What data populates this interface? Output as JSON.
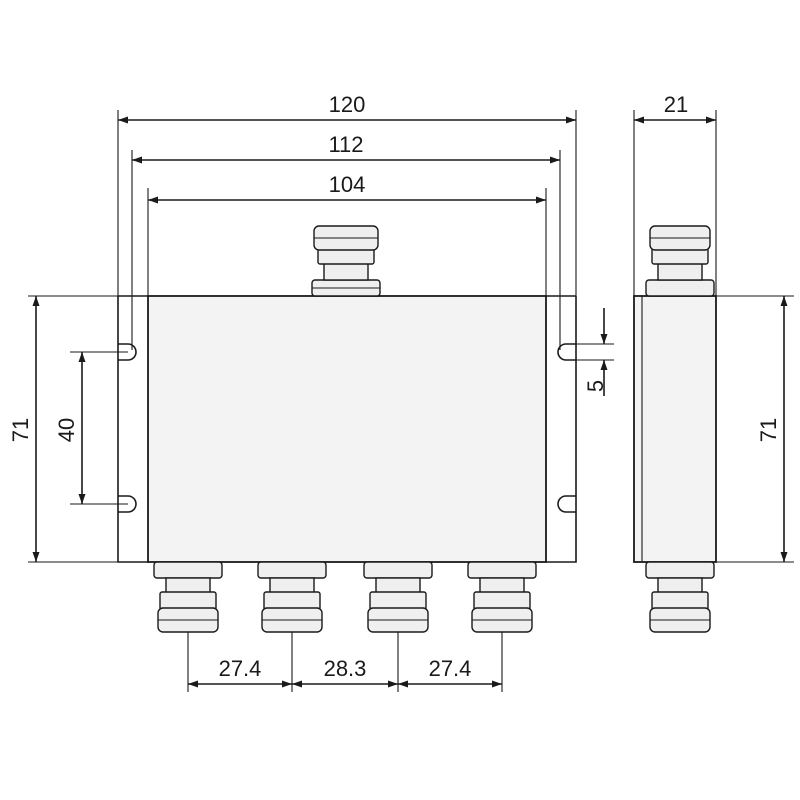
{
  "dimensions": {
    "width_flange": "120",
    "width_slots": "112",
    "width_body": "104",
    "depth": "21",
    "height_front": "71",
    "height_side": "71",
    "slot_spacing": "40",
    "slot_width": "5",
    "pitch_1": "27.4",
    "pitch_2": "28.3",
    "pitch_3": "27.4"
  }
}
